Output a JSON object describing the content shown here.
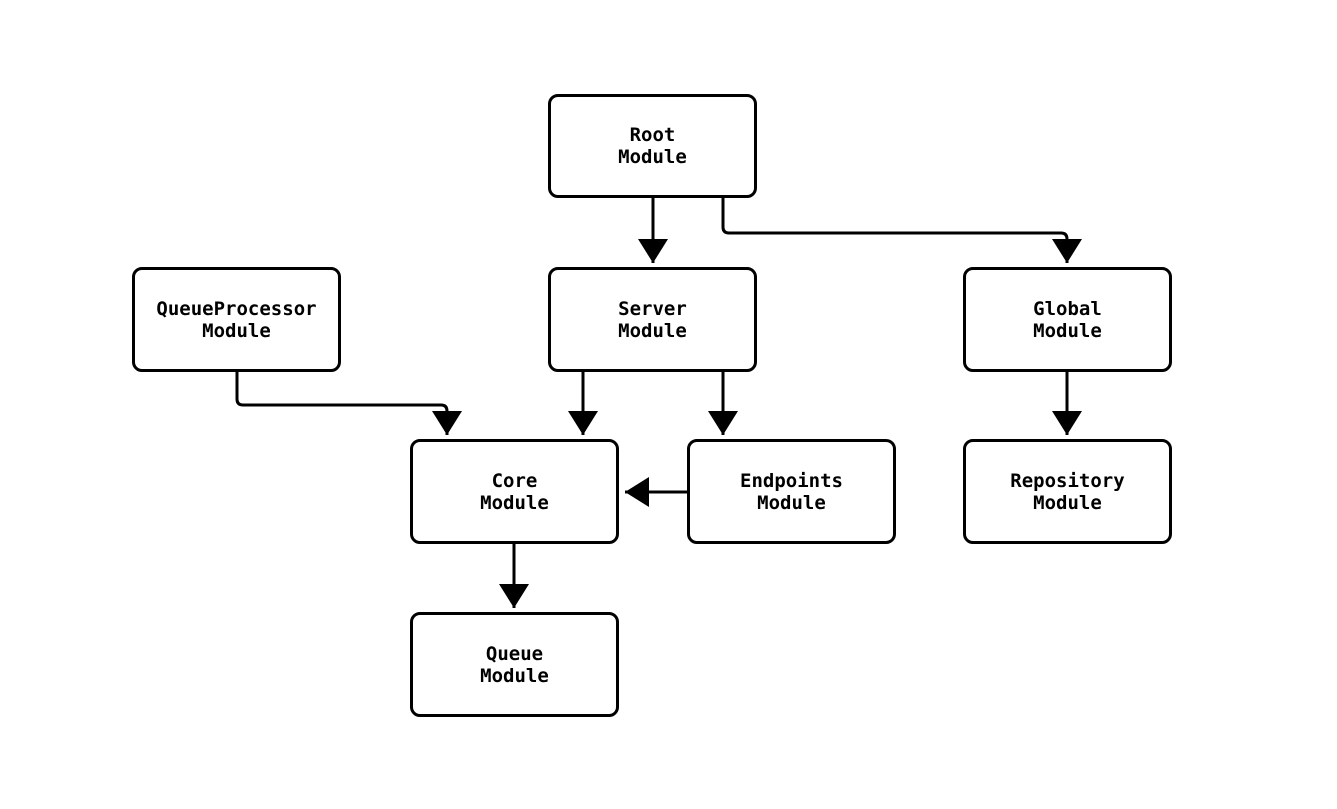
{
  "diagram": {
    "type": "module-dependency-graph",
    "nodes": [
      {
        "id": "root",
        "line1": "Root",
        "line2": "Module"
      },
      {
        "id": "queueprocessor",
        "line1": "QueueProcessor",
        "line2": "Module"
      },
      {
        "id": "server",
        "line1": "Server",
        "line2": "Module"
      },
      {
        "id": "global",
        "line1": "Global",
        "line2": "Module"
      },
      {
        "id": "core",
        "line1": "Core",
        "line2": "Module"
      },
      {
        "id": "endpoints",
        "line1": "Endpoints",
        "line2": "Module"
      },
      {
        "id": "repository",
        "line1": "Repository",
        "line2": "Module"
      },
      {
        "id": "queue",
        "line1": "Queue",
        "line2": "Module"
      }
    ],
    "edges": [
      {
        "from": "Root Module",
        "to": "Server Module"
      },
      {
        "from": "Root Module",
        "to": "Global Module"
      },
      {
        "from": "Server Module",
        "to": "Core Module"
      },
      {
        "from": "Server Module",
        "to": "Endpoints Module"
      },
      {
        "from": "QueueProcessor Module",
        "to": "Core Module"
      },
      {
        "from": "Endpoints Module",
        "to": "Core Module"
      },
      {
        "from": "Core Module",
        "to": "Queue Module"
      },
      {
        "from": "Global Module",
        "to": "Repository Module"
      }
    ],
    "colors": {
      "stroke": "#000000",
      "node_fill": "#ffffff",
      "background": "#ffffff",
      "text": "#000000"
    }
  }
}
